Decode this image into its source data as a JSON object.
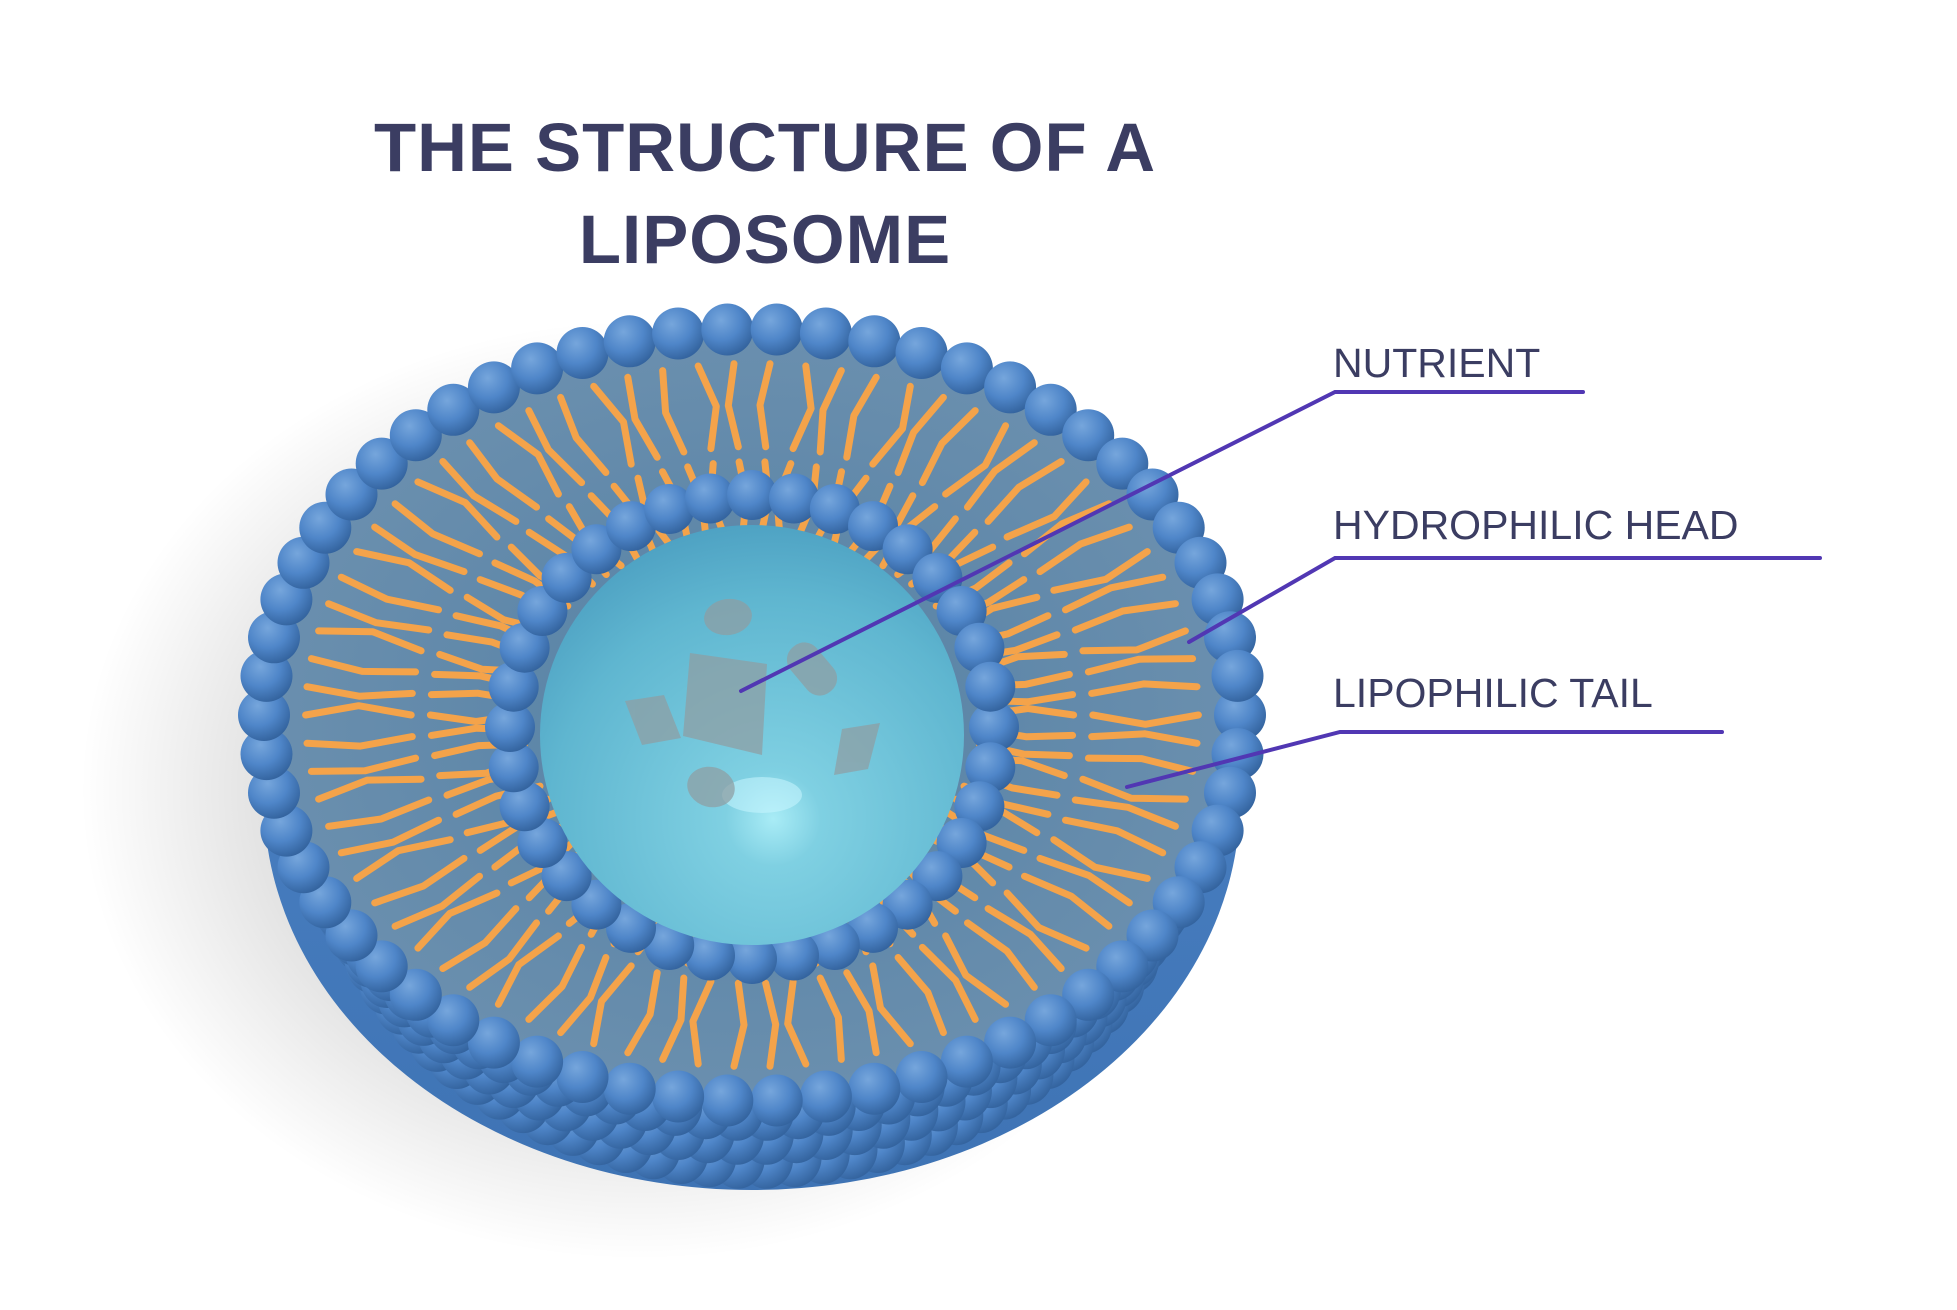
{
  "title": {
    "line1": "THE STRUCTURE OF A",
    "line2": "LIPOSOME"
  },
  "labels": [
    {
      "id": "nutrient",
      "text": "NUTRIENT"
    },
    {
      "id": "hydrophilic-head",
      "text": "HYDROPHILIC HEAD"
    },
    {
      "id": "lipophilic-tail",
      "text": "LIPOPHILIC TAIL"
    }
  ],
  "colors": {
    "text": "#3b3d62",
    "leader_line": "#5137b3",
    "head": "#4f86c9",
    "head_dark": "#356aa8",
    "tail": "#f4a34a",
    "core": "#6cc3d8",
    "nutrient": "#8e9ea4",
    "membrane_fill": "#5d86a8"
  }
}
